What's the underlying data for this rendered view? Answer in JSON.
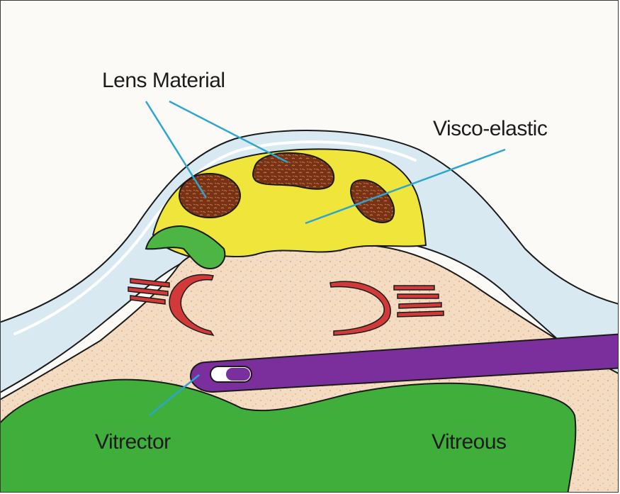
{
  "labels": {
    "lens_material": "Lens Material",
    "visco_elastic": "Visco-elastic",
    "vitrector": "Vitrector",
    "vitreous": "Vitreous"
  },
  "colors": {
    "background": "#fbfaf7",
    "cornea": "#d8e9f2",
    "anterior_chamber": "#f4dcc2",
    "visco_elastic": "#f0e53a",
    "lens_material": "#7a3216",
    "vitreous": "#3fae3b",
    "vitrector": "#7a2f9c",
    "leader_lines": "#2ca6cf",
    "iris": "#d23a3a"
  }
}
